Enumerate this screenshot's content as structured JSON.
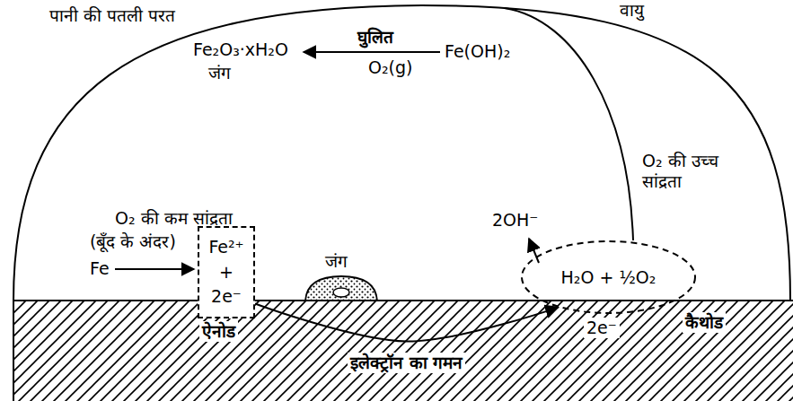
{
  "diagram": {
    "nodes": [
      {
        "text": [
          "Fe²⁺ + 2e⁻"
        ]
      },
      {
        "text": [
          "H₂O + ½O₂"
        ]
      }
    ],
    "edges": [
      {
        "from": 0,
        "to": 1,
        "arrow": "to",
        "label": "इलेक्ट्रॉन का गमन"
      }
    ],
    "labels": [
      "पानी की पतली परत",
      "वायु",
      "घुलित",
      "Fe₂O₃·xH₂O",
      "Fe(OH)₂",
      "O₂(g)",
      "जंग",
      "O₂ की उच्च सांद्रता",
      "O₂ की कम सांद्रता",
      "(बूँद के अंदर)",
      "Fe",
      "ऐनोड",
      "जंग",
      "2OH⁻",
      "2e⁻",
      "कैथोड"
    ]
  }
}
